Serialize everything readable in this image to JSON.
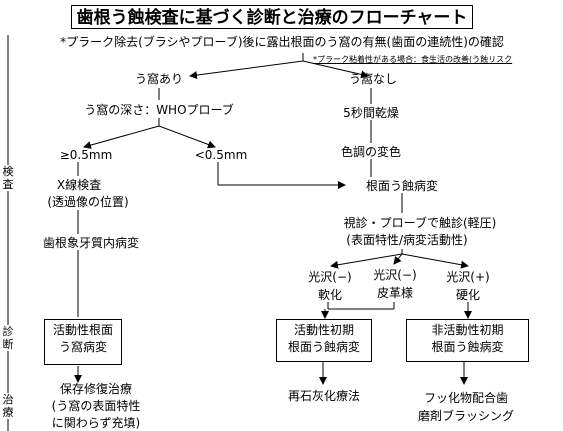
{
  "title": "歯根う蝕検査に基づく診断と治療のフローチャート",
  "subtitle": "*プラーク除去(ブラシやプローブ)後に露出根面のう窩の有無(歯面の連続性)の確認",
  "note": "*プラーク粘着性がある場合：食生活の改善(う蝕リスク",
  "nodes": {
    "caries_present": "う窩あり",
    "caries_absent": "う窩なし",
    "depth": "う窩の深さ：WHOプローブ",
    "dry_5s": "5秒間乾燥",
    "deep": "≥0.5mm",
    "shallow": "<0.5mm",
    "color_change": "色調の変色",
    "xray": "X線検査",
    "xray_detail": "(透過像の位置)",
    "root_caries": "根面う蝕病変",
    "probe": "視診・プローブで触診(軽圧)",
    "probe_detail": "(表面特性/病変活動性)",
    "dentin": "歯根象牙質内病変",
    "gloss_soft_1": "光沢(−)",
    "gloss_soft_2": "軟化",
    "gloss_leather_1": "光沢(−)",
    "gloss_leather_2": "皮革様",
    "gloss_hard_1": "光沢(+)",
    "gloss_hard_2": "硬化",
    "active_1": "活動性根面",
    "active_2": "う窩病変",
    "active_early_1": "活動性初期",
    "active_early_2": "根面う蝕病変",
    "inactive_early_1": "非活動性初期",
    "inactive_early_2": "根面う蝕病変",
    "restorative_1": "保存修復治療",
    "restorative_2": "(う窩の表面特性",
    "restorative_3": "に関わらず充填)",
    "remineralization": "再石灰化療法",
    "fluoride_1": "フッ化物配合歯",
    "fluoride_2": "磨剤ブラッシング"
  },
  "side": {
    "exam_1": "検",
    "exam_2": "査",
    "diagnosis_1": "診",
    "diagnosis_2": "断",
    "treatment_1": "治",
    "treatment_2": "療"
  }
}
